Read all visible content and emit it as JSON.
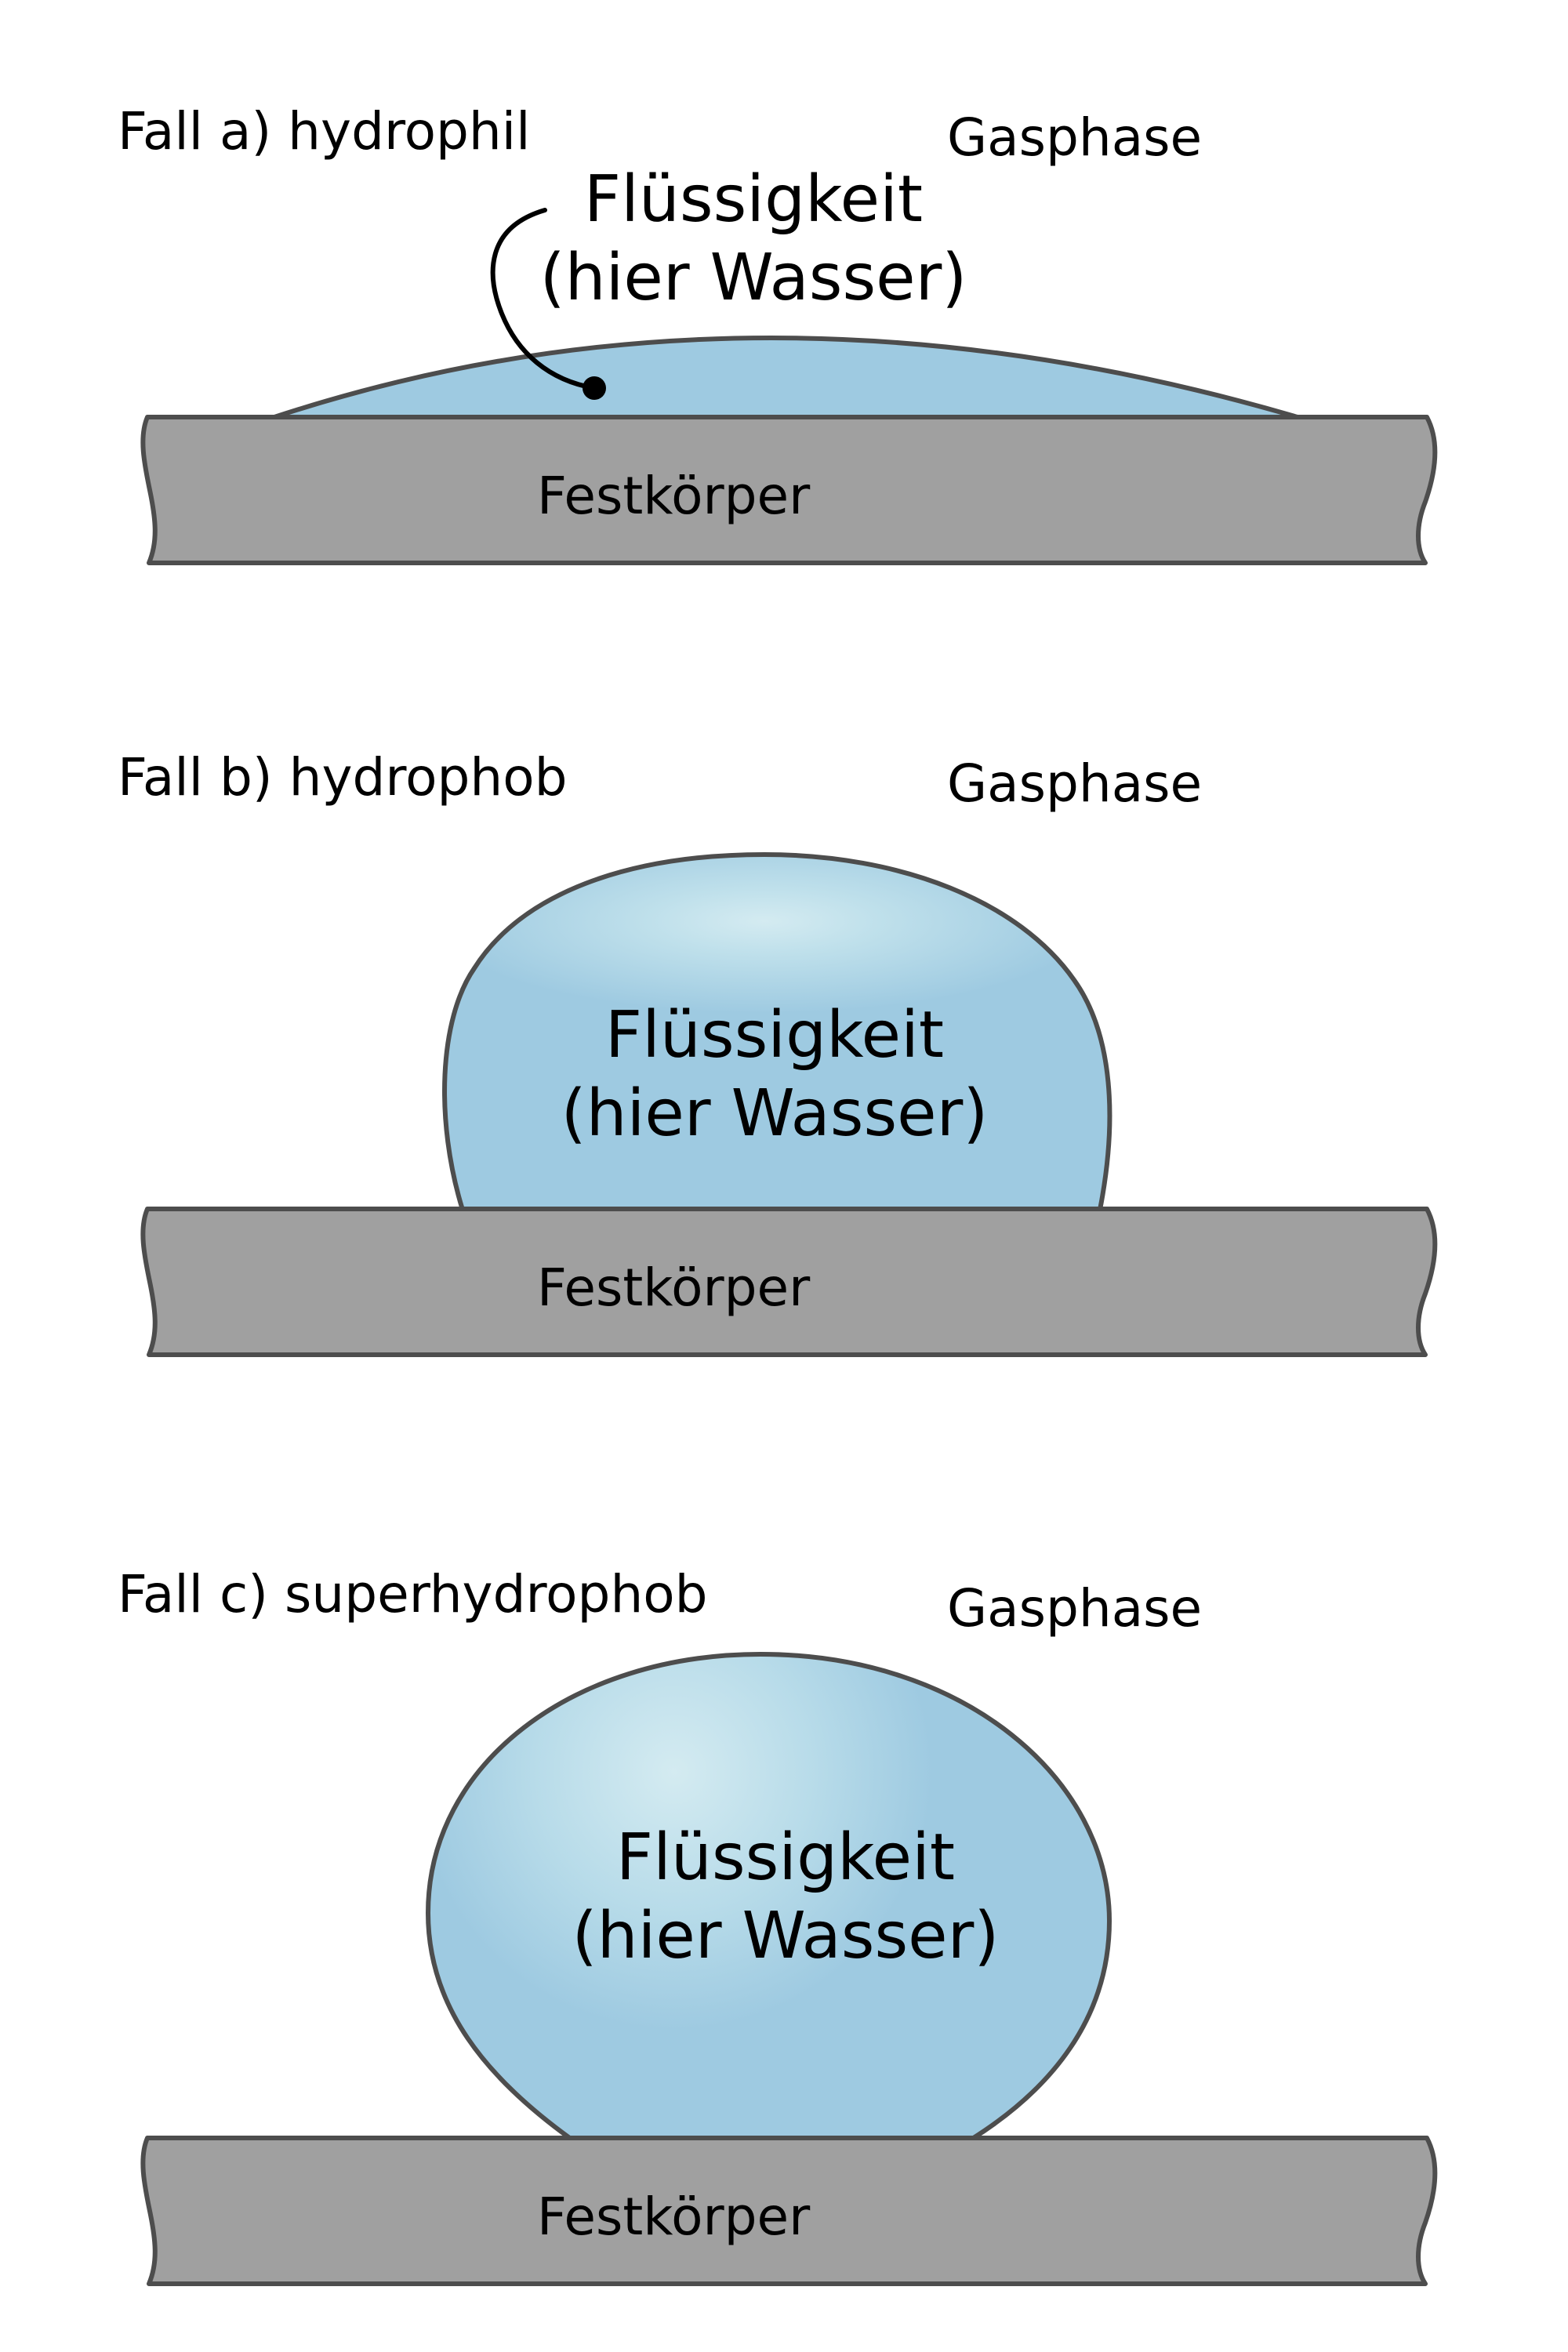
{
  "colors": {
    "liquid": "#9ecae1",
    "liquid_highlight": "#d4ebf1",
    "solid": "#a0a0a0",
    "outline": "#4d4d4d",
    "text": "#000000"
  },
  "cases": [
    {
      "case_label": "Fall a) hydrophil",
      "gas_label": "Gasphase",
      "liquid_label_line1": "Flüssigkeit",
      "liquid_label_line2": "(hier Wasser)",
      "solid_label": "Festkörper"
    },
    {
      "case_label": "Fall b) hydrophob",
      "gas_label": "Gasphase",
      "liquid_label_line1": "Flüssigkeit",
      "liquid_label_line2": "(hier Wasser)",
      "solid_label": "Festkörper"
    },
    {
      "case_label": "Fall c) superhydrophob",
      "gas_label": "Gasphase",
      "liquid_label_line1": "Flüssigkeit",
      "liquid_label_line2": "(hier Wasser)",
      "solid_label": "Festkörper"
    }
  ]
}
